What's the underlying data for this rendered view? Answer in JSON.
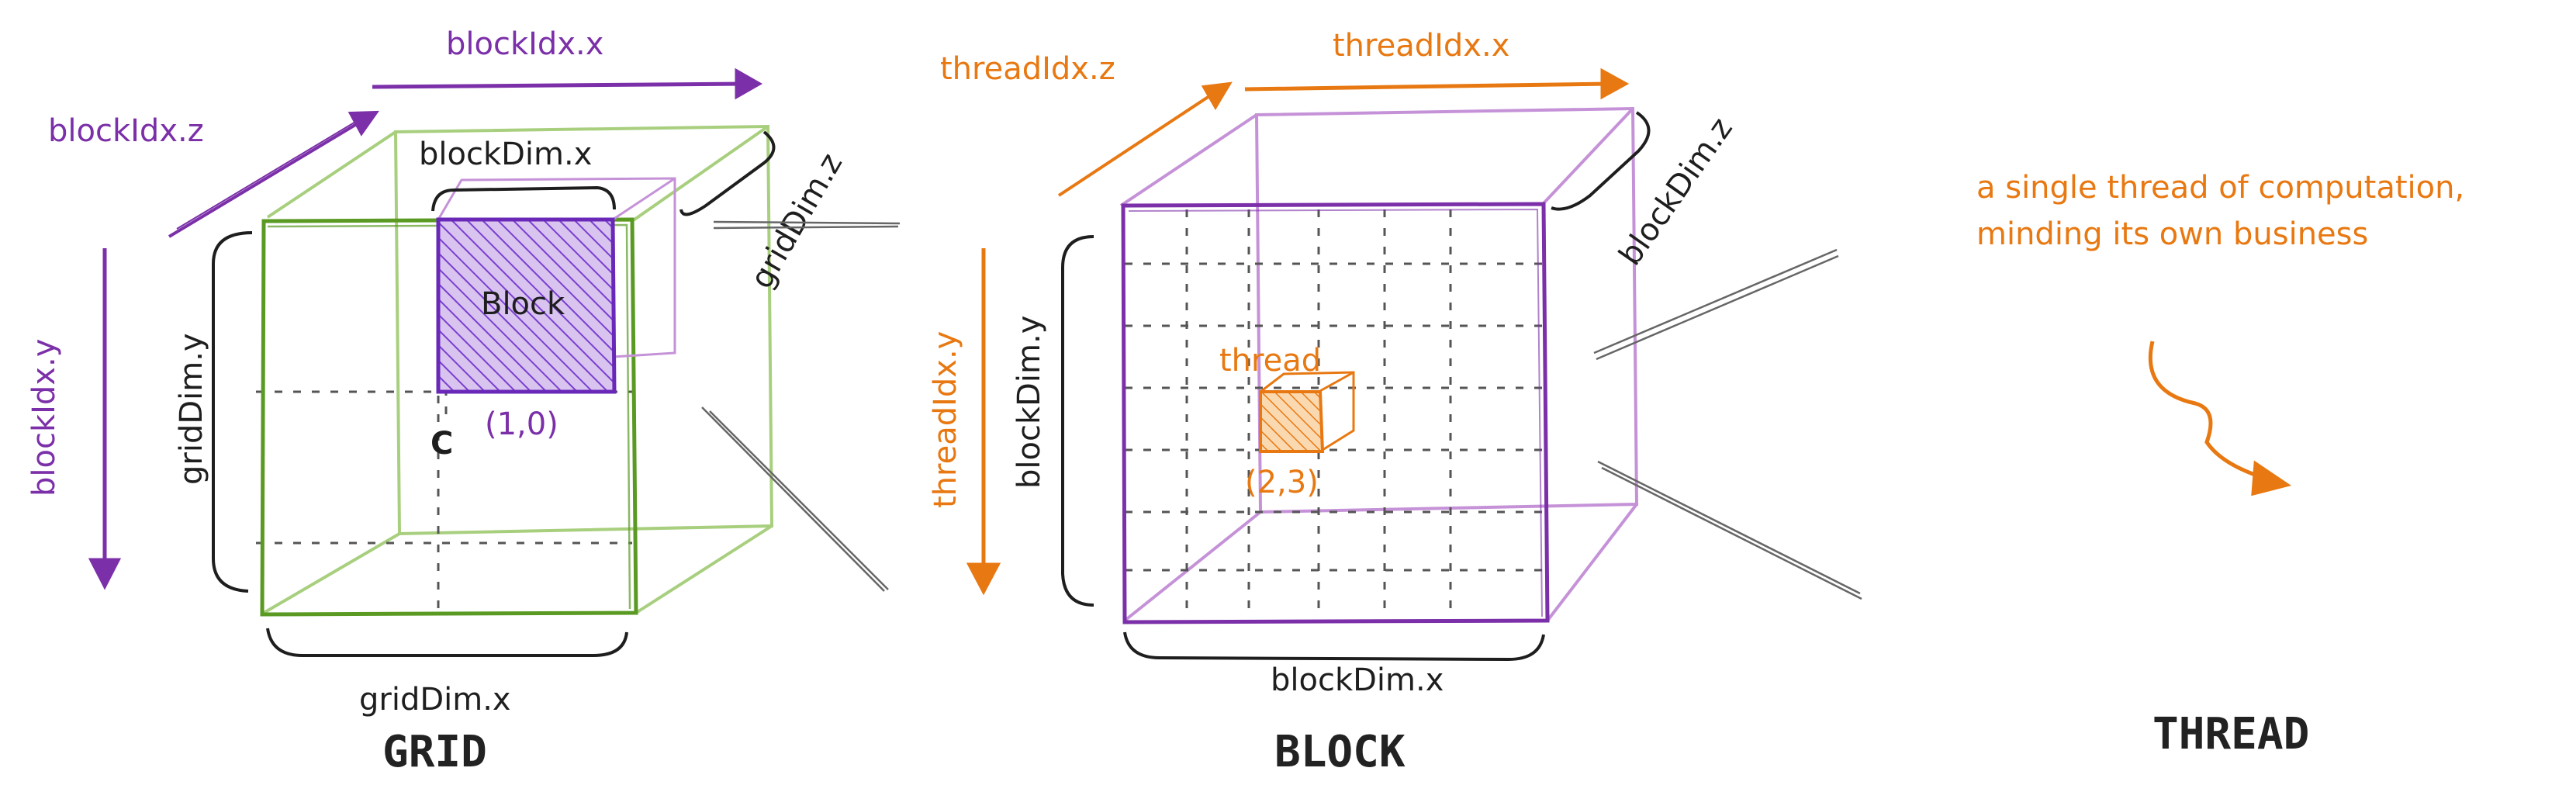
{
  "colors": {
    "purple": "#7b2fa8",
    "orange": "#e87811",
    "green": "#5a9a23",
    "light_green": "#a8cf7e",
    "light_purple": "#c592d8",
    "ink": "#1e1e1e",
    "grey": "#555555"
  },
  "grid": {
    "caption": "GRID",
    "axis_x": "blockIdx.x",
    "axis_y": "blockIdx.y",
    "axis_z": "blockIdx.z",
    "dim_x": "gridDim.x",
    "dim_y": "gridDim.y",
    "dim_z": "gridDim.z",
    "block_label": "Block",
    "block_index": "(1,0)",
    "corner_mark": "C",
    "block_dim_x": "blockDim.x"
  },
  "block": {
    "caption": "BLOCK",
    "axis_x": "threadIdx.x",
    "axis_y": "threadIdx.y",
    "axis_z": "threadIdx.z",
    "dim_x": "blockDim.x",
    "dim_y": "blockDim.y",
    "dim_z": "blockDim.z",
    "thread_label": "thread",
    "thread_index": "(2,3)"
  },
  "thread": {
    "caption": "THREAD",
    "description_line1": "a single thread of computation,",
    "description_line2": "minding its own business"
  }
}
